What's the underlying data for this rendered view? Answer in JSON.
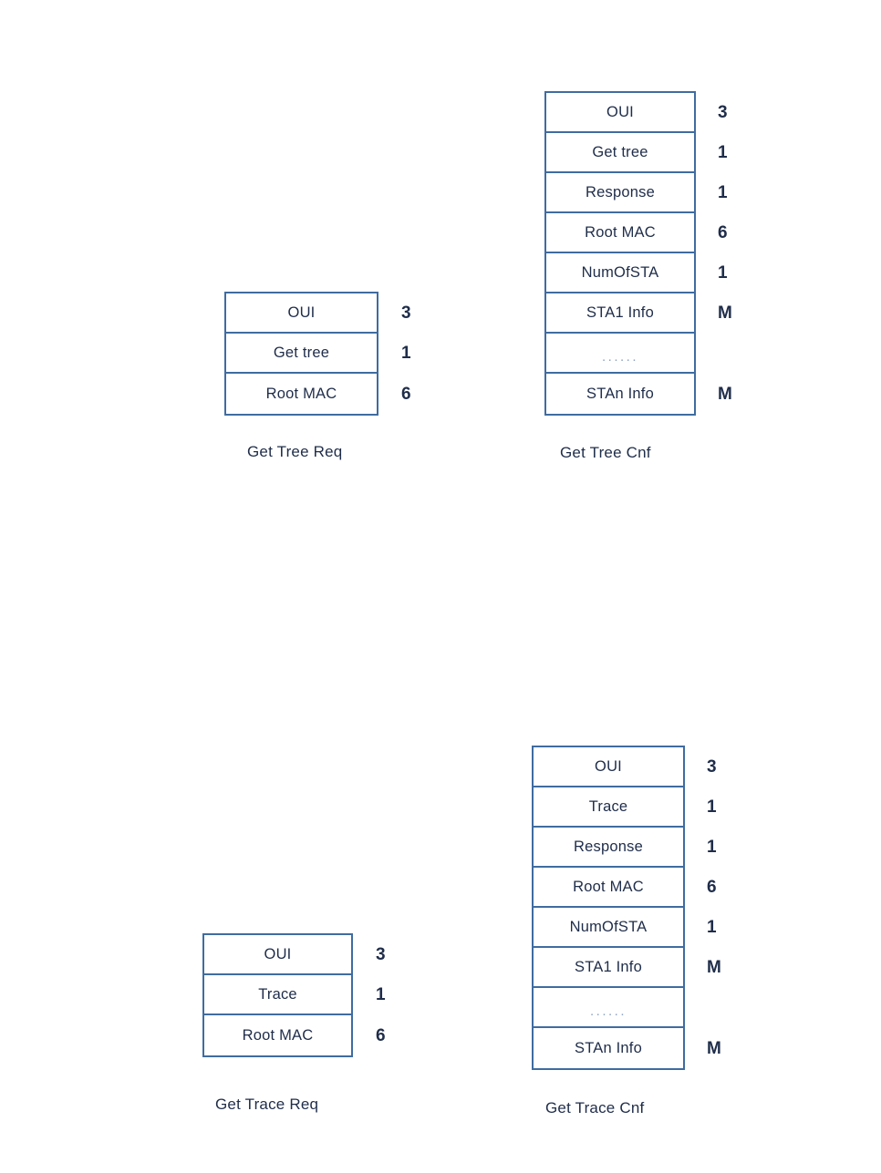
{
  "page": {
    "background_color": "#ffffff",
    "border_color": "#3f6ca0",
    "text_color": "#1f2d4a"
  },
  "figures": [
    {
      "id": "get-tree-req",
      "caption": "Get Tree Req",
      "fields": [
        {
          "name": "OUI",
          "size": "3"
        },
        {
          "name": "Get tree",
          "size": "1"
        },
        {
          "name": "Root MAC",
          "size": "6"
        }
      ]
    },
    {
      "id": "get-tree-cnf",
      "caption": "Get Tree Cnf",
      "fields": [
        {
          "name": "OUI",
          "size": "3"
        },
        {
          "name": "Get tree",
          "size": "1"
        },
        {
          "name": "Response",
          "size": "1"
        },
        {
          "name": "Root MAC",
          "size": "6"
        },
        {
          "name": "NumOfSTA",
          "size": "1"
        },
        {
          "name": "STA1 Info",
          "size": "M"
        },
        {
          "name": "......",
          "size": ""
        },
        {
          "name": "STAn Info",
          "size": "M"
        }
      ]
    },
    {
      "id": "get-trace-req",
      "caption": "Get Trace Req",
      "fields": [
        {
          "name": "OUI",
          "size": "3"
        },
        {
          "name": "Trace",
          "size": "1"
        },
        {
          "name": "Root MAC",
          "size": "6"
        }
      ]
    },
    {
      "id": "get-trace-cnf",
      "caption": "Get Trace Cnf",
      "fields": [
        {
          "name": "OUI",
          "size": "3"
        },
        {
          "name": "Trace",
          "size": "1"
        },
        {
          "name": "Response",
          "size": "1"
        },
        {
          "name": "Root MAC",
          "size": "6"
        },
        {
          "name": "NumOfSTA",
          "size": "1"
        },
        {
          "name": "STA1 Info",
          "size": "M"
        },
        {
          "name": "......",
          "size": ""
        },
        {
          "name": "STAn Info",
          "size": "M"
        }
      ]
    }
  ]
}
